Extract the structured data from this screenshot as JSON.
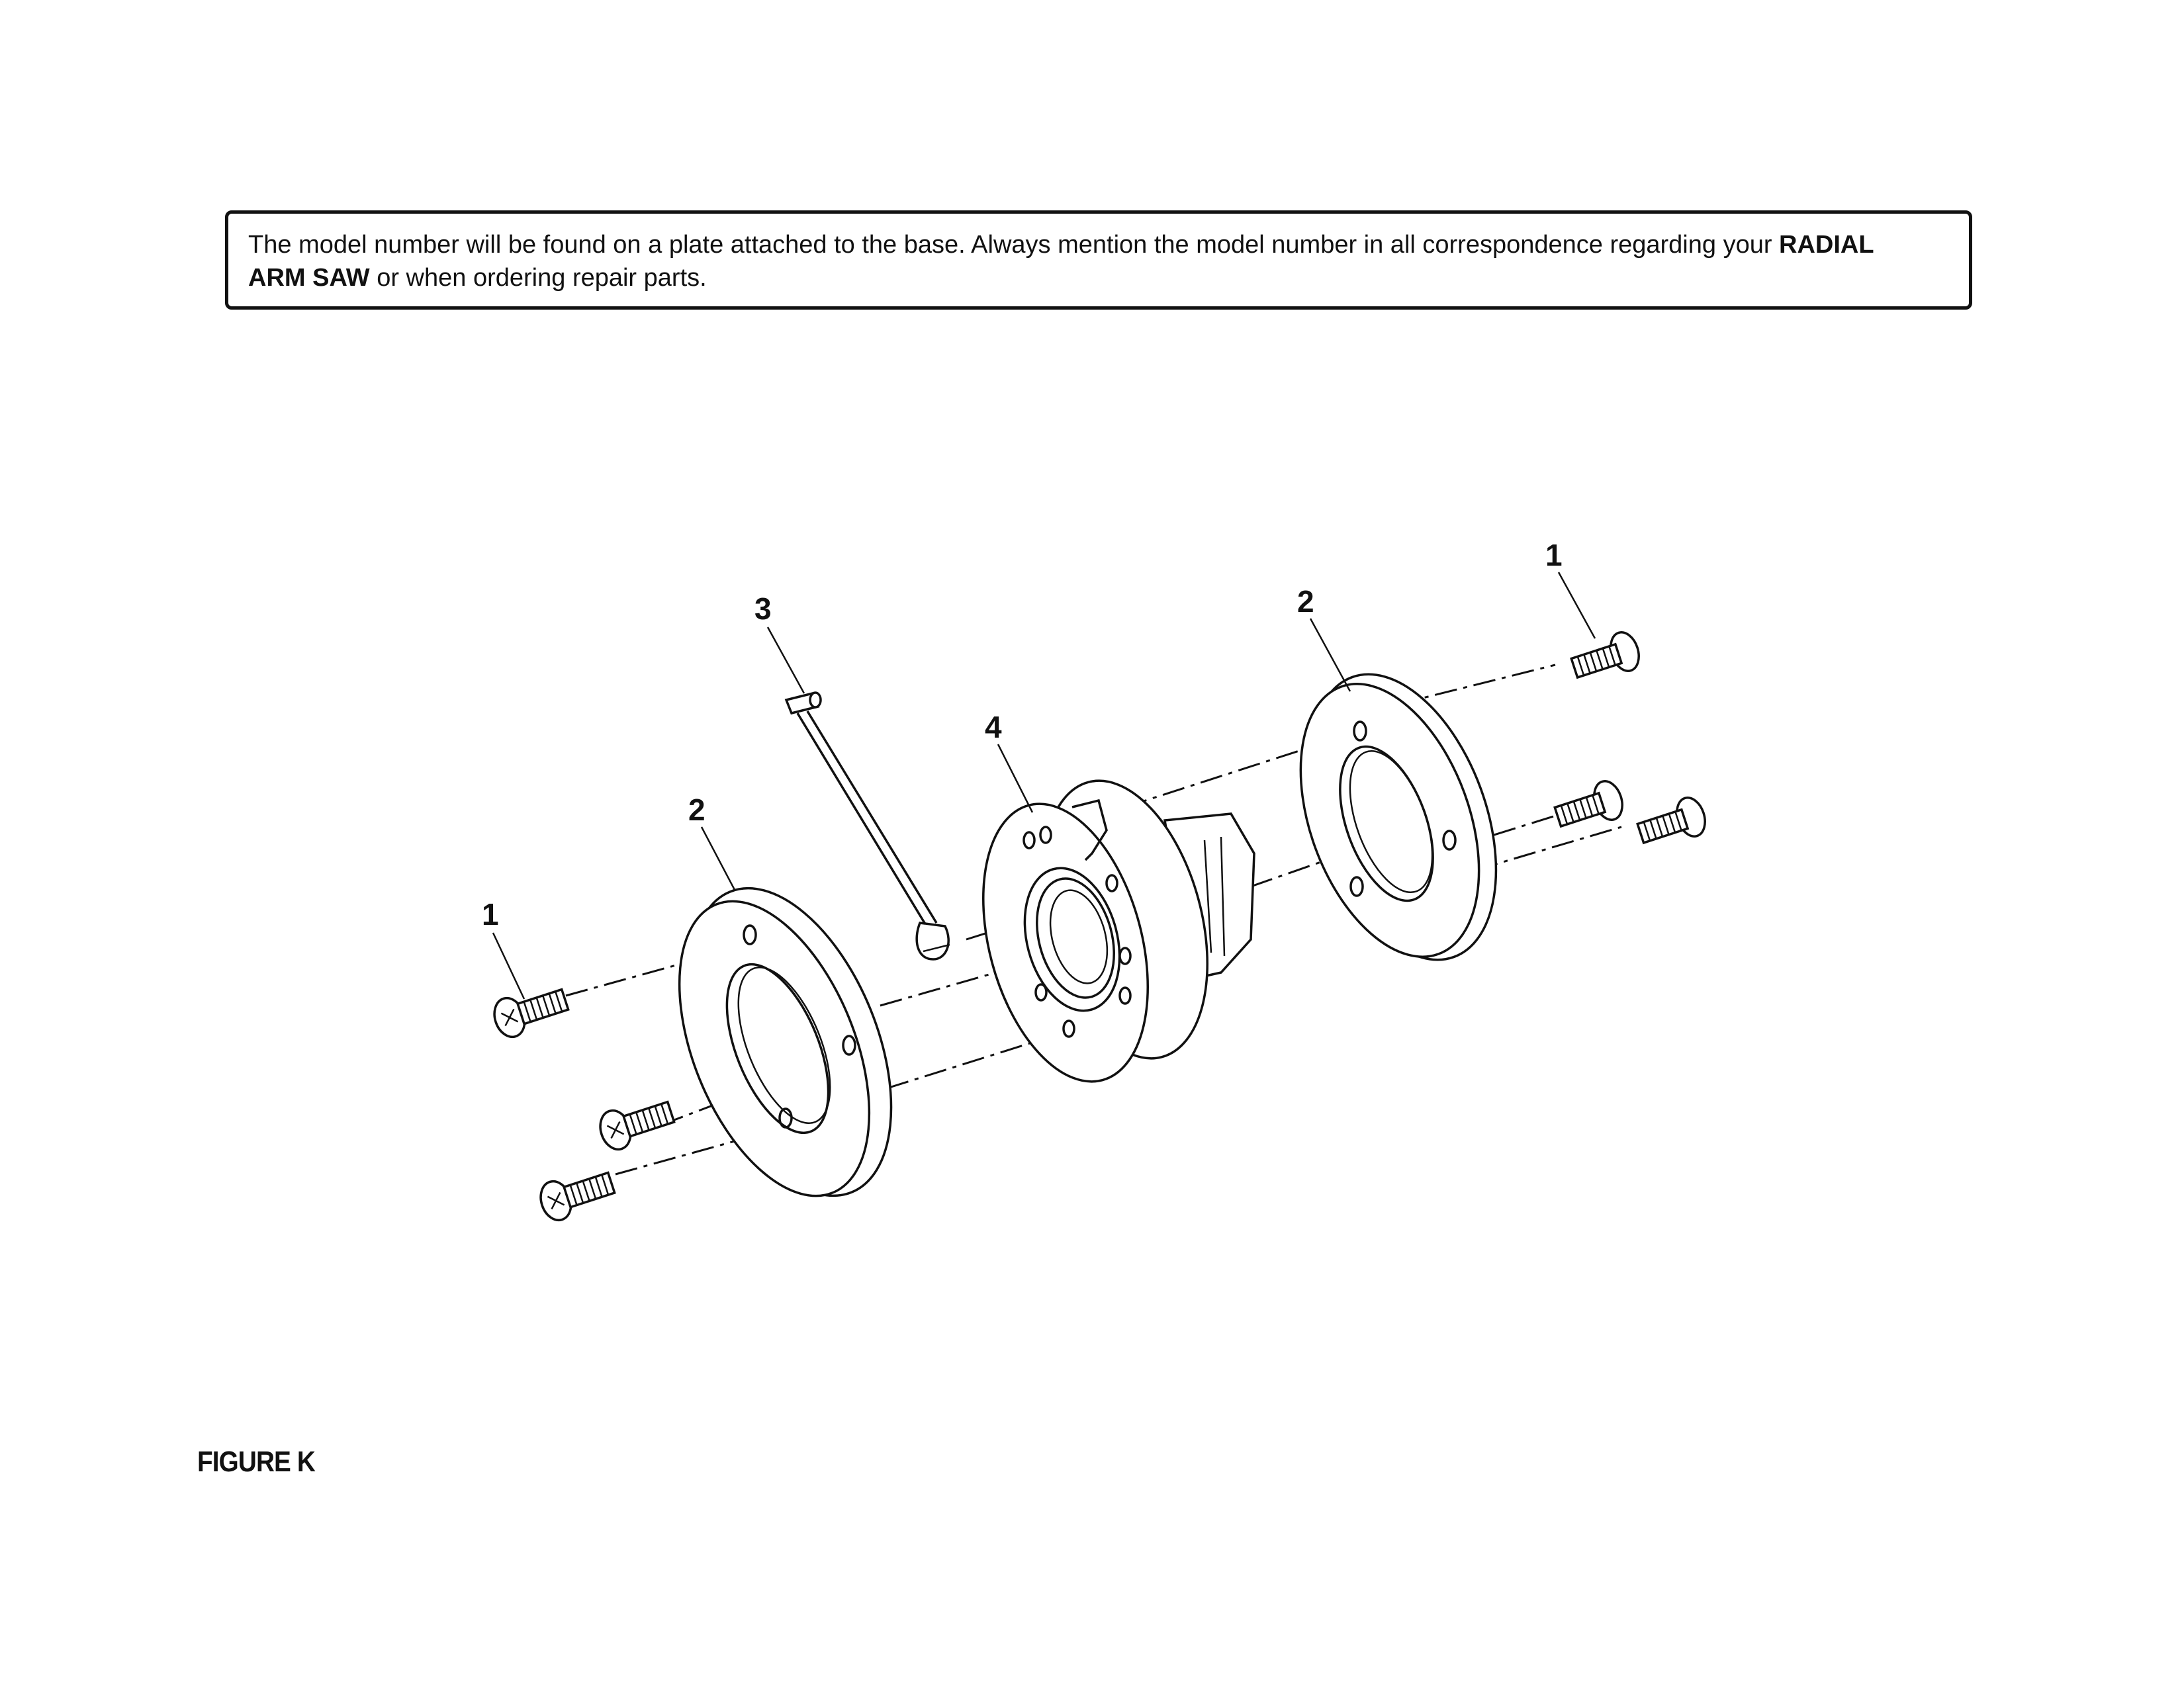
{
  "notice": {
    "text_before": "The model number will be found on a plate attached to the base. Always mention the model number in all correspondence regarding your ",
    "bold_1": "RADIAL",
    "bold_2": "ARM SAW",
    "text_after": " or when ordering repair parts."
  },
  "callouts": {
    "screw_left": "1",
    "screw_right": "1",
    "washer_left": "2",
    "washer_right": "2",
    "pin": "3",
    "hub": "4"
  },
  "figure_caption": "FIGURE K"
}
